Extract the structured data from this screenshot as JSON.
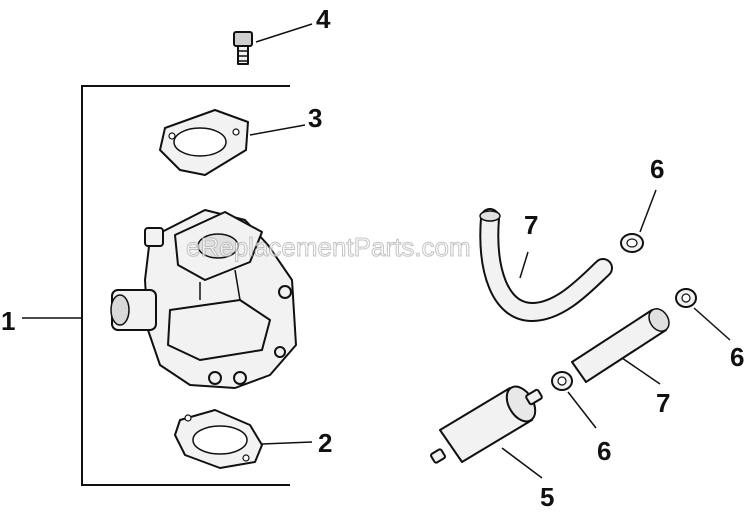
{
  "watermark": "eReplacementParts.com",
  "callouts": {
    "c1": "1",
    "c2": "2",
    "c3": "3",
    "c4": "4",
    "c5": "5",
    "c6a": "6",
    "c6b": "6",
    "c6c": "6",
    "c7a": "7",
    "c7b": "7"
  }
}
